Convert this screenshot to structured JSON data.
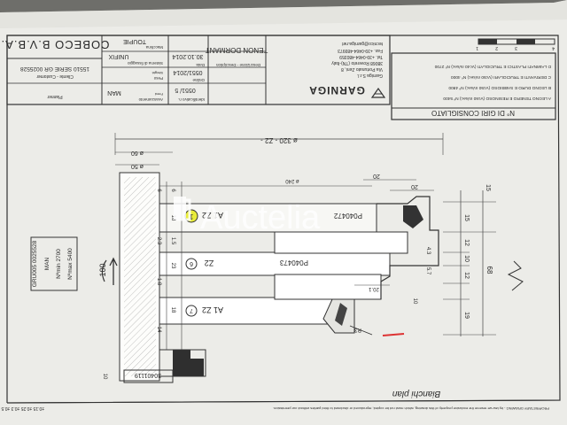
{
  "title_block": {
    "company": "COBECO B.V.B.A.",
    "client_label": "Cliente - Customer",
    "client_ref": "15510 SERIE GR 0025528",
    "planner_label": "Planner",
    "project_label": "Progettista",
    "machine_label": "Macchina",
    "machine_sub": "Machine",
    "machine": "TOUPIE",
    "fixing_label": "Sistema di fissaggio",
    "fixing_sub": "Fixing system",
    "fixing": "UNIFIX",
    "weight_label": "Peso",
    "weight_sub": "Weight",
    "feed_label": "Avanzamento",
    "feed_sub": "Feed",
    "feed": "MAN",
    "date_label": "Data",
    "date_sub": "Date",
    "date": "30.10.2014",
    "order_label": "Ordine",
    "order_sub": "Order",
    "order": "0551/2014",
    "ident_label": "Identificativo n.",
    "ident_sub": "Ident. n.",
    "ident": "0551/ 5",
    "description_label": "Descrizione - Description",
    "description": "TENON DORMANT",
    "maker": "GARNIGA",
    "maker_name": "Garniga S.r.l.",
    "maker_addr1": "Via Portunato Zeni, 8",
    "maker_addr2": "38068 Rovereto (TN)-Italy",
    "maker_tel": "Tel. +39-0464-480359",
    "maker_fax": "Fax. +39-0464-489973",
    "maker_email": "tecnico@garniga.net"
  },
  "rpm_table": {
    "title": "N° DI GIRI CONSIGLIATO",
    "rows": [
      "A LEGNO TENERO E RESINOSO  (Vc60 m/sec) Nº 5400",
      "B LEGNO DURO E SABBIOSO    (Vc50 m/sec) Nº 4800",
      "C DERIVANTI E TRUCIOLARI   (Vc50 m/sec) Nº 4000",
      "D LAMINATI PLASTICI E TRUCIOLATI (Vc40 m/sec) Nº 2700"
    ]
  },
  "scale_marks": [
    "1",
    "2",
    "3",
    "4"
  ],
  "drawing": {
    "dims_top": [
      "ø 320 - Z2 -",
      "ø 240",
      "20",
      "20",
      "15"
    ],
    "dims_left": [
      "ø 60",
      "ø 50"
    ],
    "dims_right": [
      "15",
      "12",
      "10",
      "12",
      "19",
      "68"
    ],
    "dims_inner": [
      "4.3",
      "5.7",
      "20.1",
      "10"
    ],
    "stack_dims_a": [
      "6",
      "18",
      "1.5",
      "23",
      "18"
    ],
    "stack_dims_b": [
      "6",
      "2.3",
      "1.8",
      "14"
    ],
    "cutter_1": "A1 Z2",
    "cutter_6": "Z2",
    "cutter_7": "A1 Z2",
    "marker_1": "1",
    "marker_6": "6",
    "marker_7": "7",
    "part_a": "P040472",
    "part_b": "P040473",
    "bore": "100",
    "serial": "30401119",
    "radius": "R3",
    "bottom_dim": "10",
    "stamp_lines": [
      "GRU005   0025528",
      "MAN",
      "Nºmin  2700",
      "Nºmax  5400"
    ]
  },
  "footer": {
    "tolerances": "±0.15   ±0.25   ±0.3   ±0.5",
    "notice": "PROPRIETARY DRAWING - by law we reserve the exclusive property of this drawing, which must not be copied, reproduced or disclosed to third parties without our permission.",
    "signature": "Bianchi  plan"
  },
  "watermark": "Auctelia",
  "colors": {
    "paper": "#e8e8e3",
    "ink": "#2a2a2a",
    "highlight": "#e8ec3a",
    "wood": "#2f2f2f",
    "background": "#6e6e6a"
  }
}
